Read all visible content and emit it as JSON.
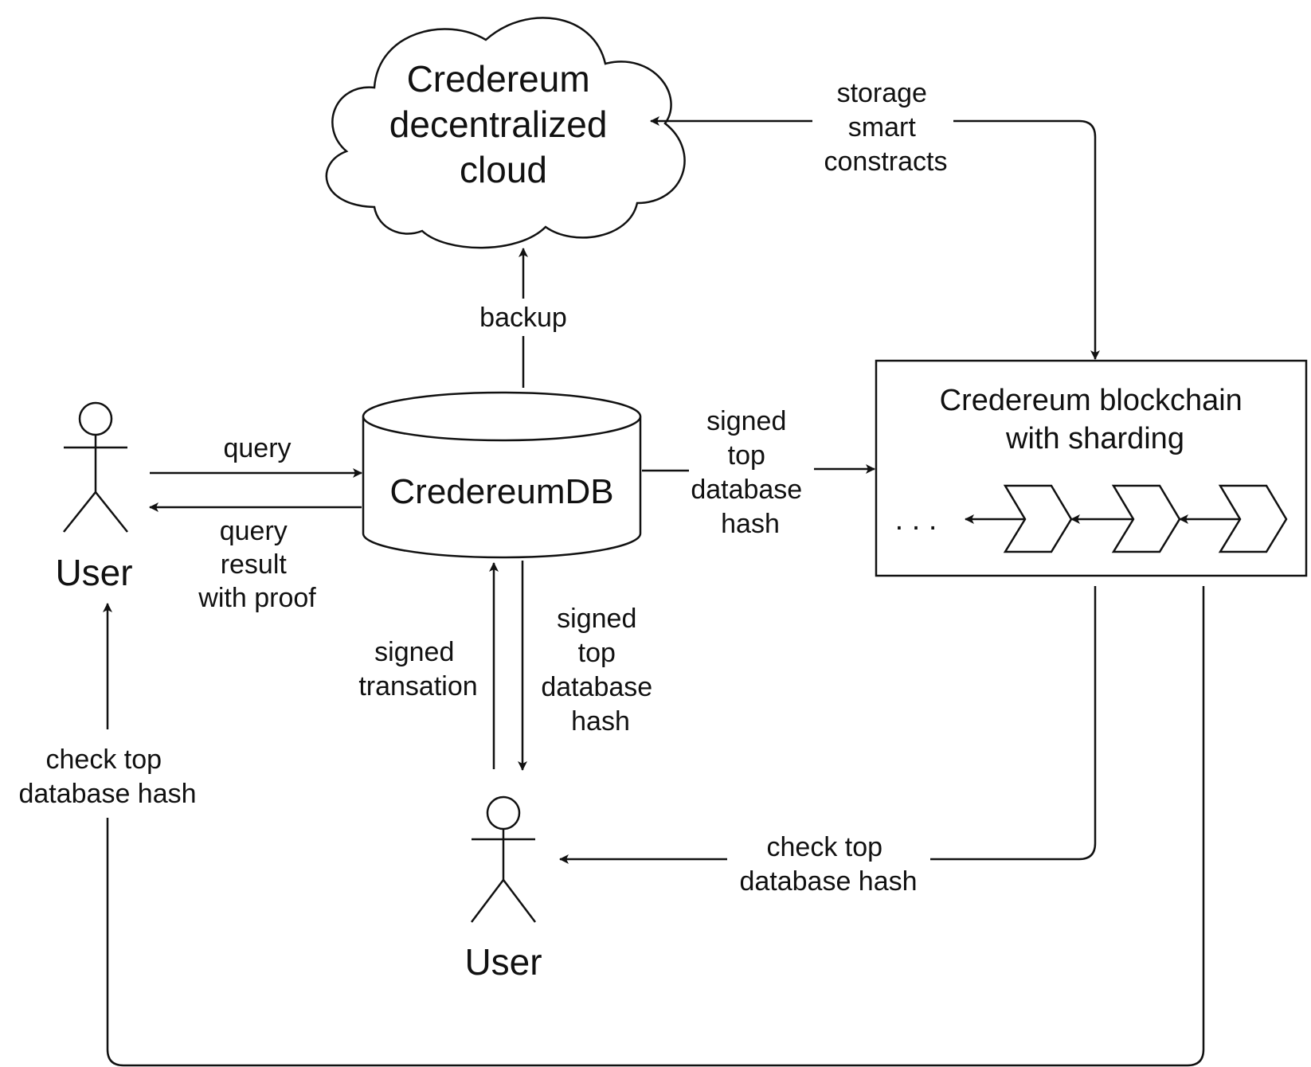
{
  "diagram": {
    "nodes": {
      "cloud": {
        "lines": [
          "Credereum",
          "decentralized",
          "cloud"
        ]
      },
      "database": {
        "label": "CredereumDB"
      },
      "blockchain": {
        "lines": [
          "Credereum blockchain",
          "with sharding"
        ],
        "ellipsis": ". . ."
      },
      "user_left": {
        "label": "User"
      },
      "user_bottom": {
        "label": "User"
      }
    },
    "edges": {
      "storage": {
        "lines": [
          "storage",
          "smart",
          "constracts"
        ]
      },
      "backup": {
        "label": "backup"
      },
      "query": {
        "label": "query"
      },
      "query_result": {
        "lines": [
          "query",
          "result",
          "with proof"
        ]
      },
      "signed_hash_right": {
        "lines": [
          "signed",
          "top",
          "database",
          "hash"
        ]
      },
      "signed_transaction": {
        "lines": [
          "signed",
          "transation"
        ]
      },
      "signed_hash_down": {
        "lines": [
          "signed",
          "top",
          "database",
          "hash"
        ]
      },
      "check_left": {
        "lines": [
          "check top",
          "database hash"
        ]
      },
      "check_bottom": {
        "lines": [
          "check top",
          "database hash"
        ]
      }
    }
  }
}
